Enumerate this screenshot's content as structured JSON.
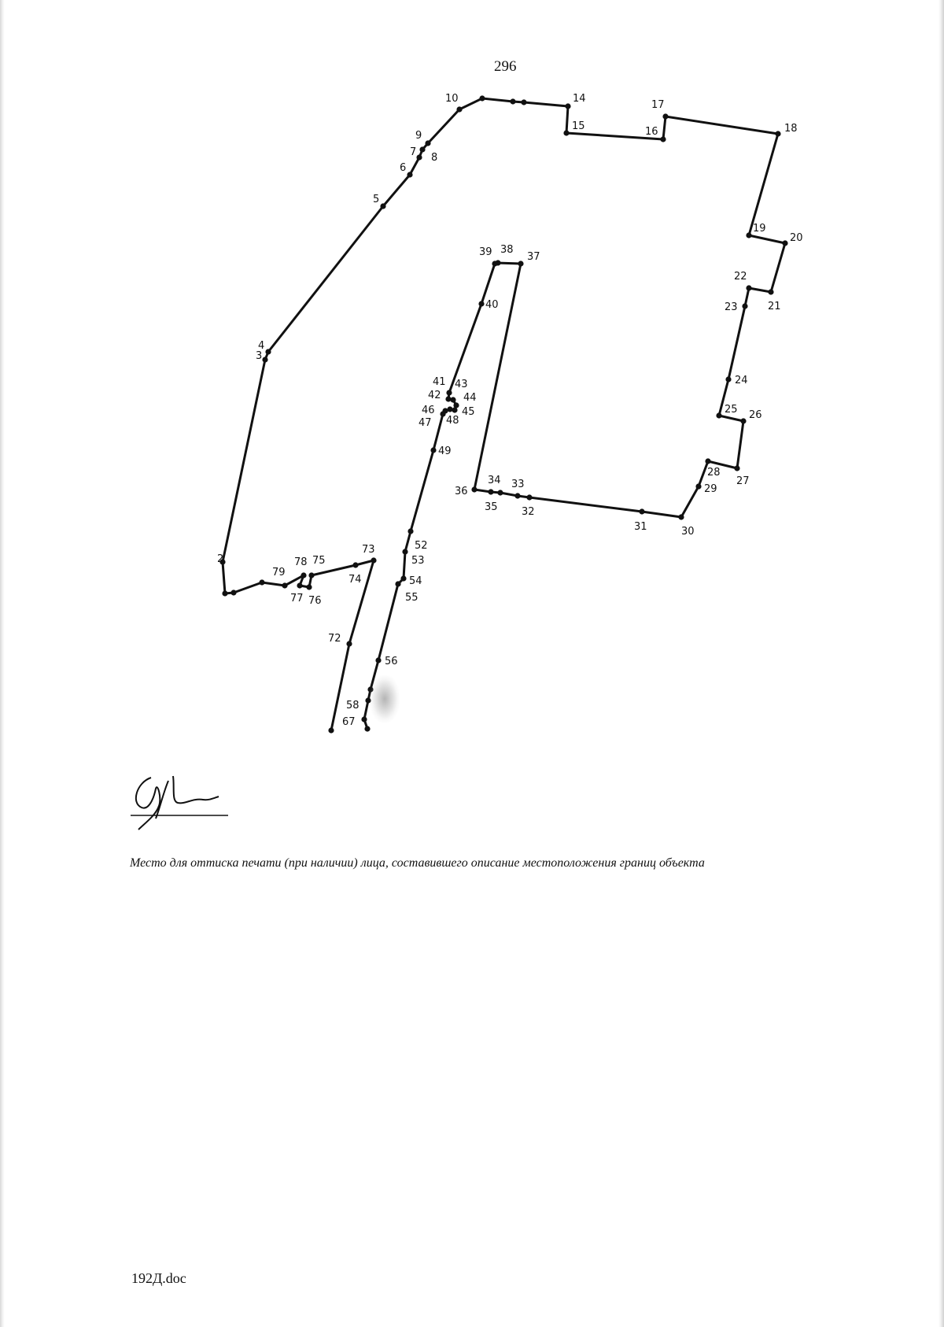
{
  "page": {
    "number": "296"
  },
  "stamp_caption": "Место для оттиска печати (при наличии) лица, составившего описание местоположения границ объекта",
  "footer": {
    "filename": "192Д.doc"
  },
  "boundary_point_labels": [
    "2",
    "3",
    "4",
    "5",
    "6",
    "7",
    "8",
    "9",
    "10",
    "14",
    "15",
    "16",
    "17",
    "18",
    "19",
    "20",
    "21",
    "22",
    "23",
    "24",
    "25",
    "26",
    "27",
    "28",
    "29",
    "30",
    "31",
    "32",
    "33",
    "34",
    "35",
    "36",
    "37",
    "38",
    "39",
    "40",
    "41",
    "42",
    "43",
    "44",
    "45",
    "46",
    "47",
    "48",
    "49",
    "52",
    "53",
    "54",
    "55",
    "56",
    "58",
    "67",
    "72",
    "73",
    "74",
    "75",
    "76",
    "77",
    "78",
    "79"
  ]
}
